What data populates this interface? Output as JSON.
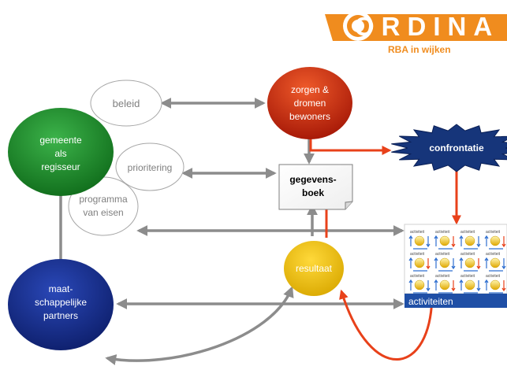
{
  "logo": {
    "brand": "ORDINA",
    "subtitle": "RBA  in wijken",
    "colors": {
      "orange": "#f08c1e",
      "text_white": "#ffffff"
    }
  },
  "nodes": {
    "beleid": {
      "lines": [
        "beleid"
      ]
    },
    "prioritering": {
      "lines": [
        "prioritering"
      ]
    },
    "programma": {
      "lines": [
        "programma",
        "van eisen"
      ]
    },
    "gemeente": {
      "lines": [
        "gemeente",
        "als",
        "regisseur"
      ]
    },
    "zorgen": {
      "lines": [
        "zorgen &",
        "dromen",
        "bewoners"
      ]
    },
    "gegevensboek": {
      "lines": [
        "gegevens-",
        "boek"
      ]
    },
    "confrontatie": {
      "lines": [
        "confrontatie"
      ]
    },
    "resultaat": {
      "lines": [
        "resultaat"
      ]
    },
    "partners": {
      "lines": [
        "maat-",
        "schappelijke",
        "partners"
      ]
    },
    "activiteiten": {
      "label": "activiteiten",
      "tile_label": "activiteit"
    }
  },
  "colors": {
    "gray_arrow": "#8c8c8c",
    "red_arrow": "#e8411a",
    "green": "#1f8c2a",
    "red_node": "#d43010",
    "yellow": "#f2c200",
    "blue": "#1a2f8c",
    "confrontatie_fill": "#16357a",
    "activiteiten_bar": "#1f4fa6"
  }
}
